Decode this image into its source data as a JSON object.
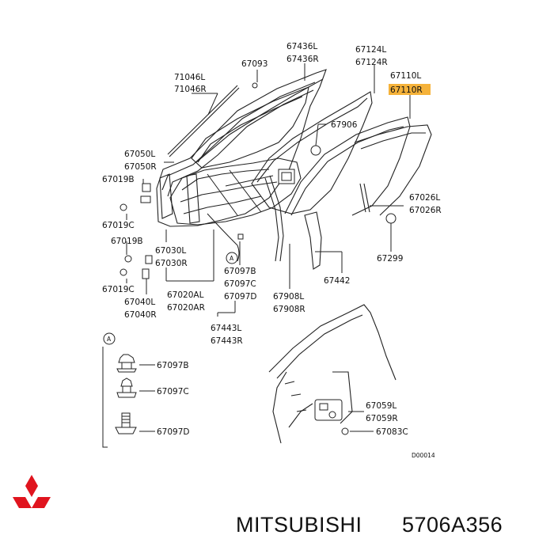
{
  "labels": {
    "p71046L": "71046L",
    "p71046R": "71046R",
    "p67093": "67093",
    "p67436L": "67436L",
    "p67436R": "67436R",
    "p67124L": "67124L",
    "p67124R": "67124R",
    "p67110L": "67110L",
    "p67110R": "67110R",
    "p67906": "67906",
    "p67050L": "67050L",
    "p67050R": "67050R",
    "p67019B_top": "67019B",
    "p67019C_top": "67019C",
    "p67019B_mid": "67019B",
    "p67030L": "67030L",
    "p67030R": "67030R",
    "p67019C_low": "67019C",
    "p67040L": "67040L",
    "p67040R": "67040R",
    "p67020AL": "67020AL",
    "p67020AR": "67020AR",
    "p67097B": "67097B",
    "p67097C": "67097C",
    "p67097D": "67097D",
    "p67908L": "67908L",
    "p67908R": "67908R",
    "p67442": "67442",
    "p67026L": "67026L",
    "p67026R": "67026R",
    "p67299": "67299",
    "p67443L": "67443L",
    "p67443R": "67443R",
    "inset_A": "A",
    "detail_A": "A",
    "inset_67097B": "67097B",
    "inset_67097C": "67097C",
    "inset_67097D": "67097D",
    "p67059L": "67059L",
    "p67059R": "67059R",
    "p67083C": "67083C",
    "diagram_code": "D00014"
  },
  "footer": {
    "brand": "MITSUBISHI",
    "part_number": "5706A356"
  },
  "colors": {
    "highlight": "#f5b23a",
    "logo": "#e0141e",
    "ink": "#222222"
  }
}
